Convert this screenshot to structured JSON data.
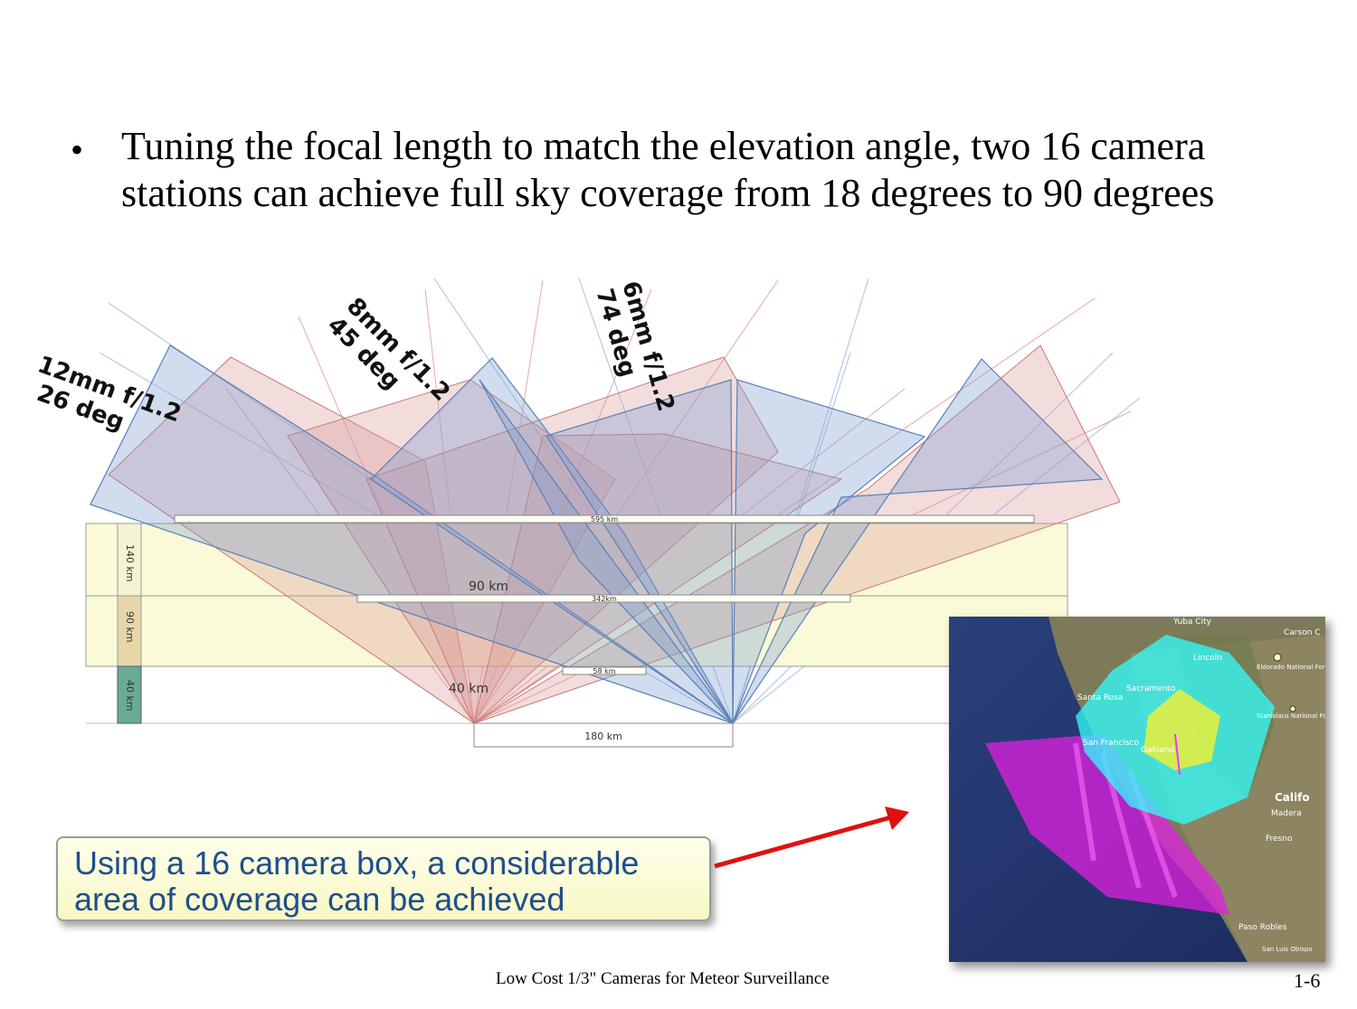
{
  "bullet": {
    "text": "Tuning the focal length to match the elevation angle, two 16 camera stations can achieve full sky coverage from 18 degrees to 90 degrees"
  },
  "diagram": {
    "lens_labels": [
      {
        "lens": "12mm f/1.2",
        "fov": "26 deg"
      },
      {
        "lens": "8mm f/1.2",
        "fov": "45 deg"
      },
      {
        "lens": "6mm f/1.2",
        "fov": "74 deg"
      }
    ],
    "dimensions": {
      "w595": "595 km",
      "w342": "342km",
      "w58": "58 km",
      "h90": "90 km",
      "h40": "40 km",
      "base180": "180 km"
    },
    "altitude_scale": {
      "top": "140 km",
      "middle": "90 km",
      "bottom": "40 km"
    },
    "colors": {
      "station_a": "#d99a9a",
      "station_b": "#7a9ed0",
      "band_top": "#fafad8",
      "band_mid": "#e6d6a8",
      "band_bottom": "#6aaa96"
    }
  },
  "callout": {
    "text": "Using a 16 camera box, a considerable area of coverage can be achieved"
  },
  "map": {
    "labels": {
      "yuba": "Yuba City",
      "carson": "Carson C",
      "lincoln": "Lincoln",
      "sacramento": "Sacramento",
      "santa_rosa": "Santa Rosa",
      "eldorado": "Eldorado National Forest",
      "stanislaus": "Stanislaus National Forest",
      "san_francisco": "San Francisco",
      "oakland": "Oakland",
      "califo": "Califo",
      "madera": "Madera",
      "fresno": "Fresno",
      "paso": "Paso Robles",
      "slo": "San Luis Obispo"
    }
  },
  "footer": {
    "title": "Low Cost 1/3\" Cameras for Meteor Surveillance",
    "page": "1-6"
  }
}
